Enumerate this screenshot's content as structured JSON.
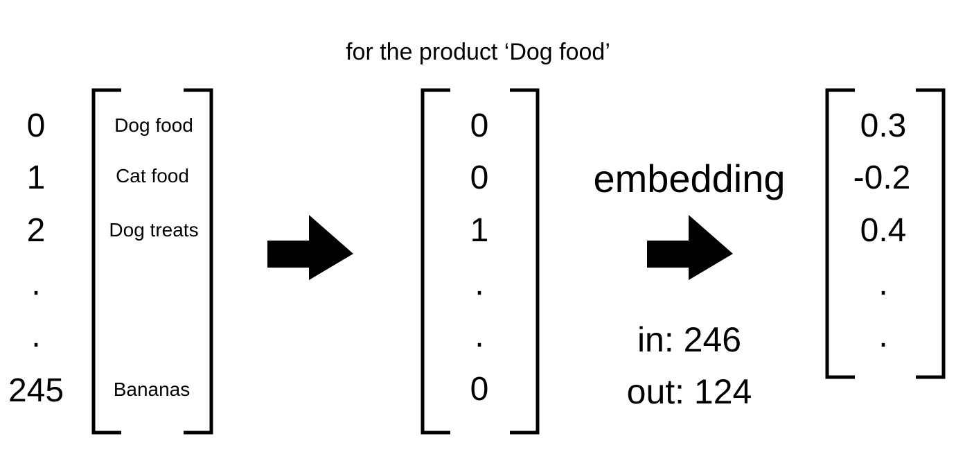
{
  "title": "for the product ‘Dog food’",
  "indices": [
    "0",
    "1",
    "2",
    ".",
    ".",
    "245"
  ],
  "vocabulary": [
    "Dog food",
    "Cat food",
    "Dog treats",
    "Bananas"
  ],
  "one_hot": [
    "0",
    "0",
    "1",
    ".",
    ".",
    "0"
  ],
  "embedding": {
    "label": "embedding",
    "in_label": "in: 246",
    "out_label": "out: 124"
  },
  "embedding_vector": [
    "0.3",
    "-0.2",
    "0.4",
    ".",
    "."
  ]
}
